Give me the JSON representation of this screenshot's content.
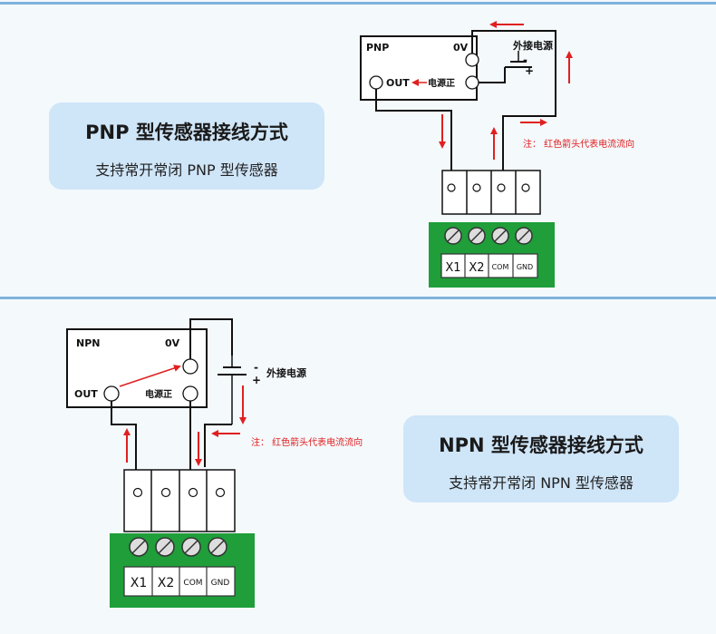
{
  "pnp": {
    "heading": "PNP 型传感器接线方式",
    "subheading": "支持常开常闭 PNP 型传感器",
    "sensor_label": "PNP",
    "zero_v": "0V",
    "out": "OUT",
    "power_pos": "电源正",
    "ext_power": "外接电源",
    "minus": "-",
    "plus": "+",
    "note": "注： 红色箭头代表电流流向"
  },
  "npn": {
    "heading": "NPN 型传感器接线方式",
    "subheading": "支持常开常闭 NPN 型传感器",
    "sensor_label": "NPN",
    "zero_v": "0V",
    "out": "OUT",
    "power_pos": "电源正",
    "ext_power": "外接电源",
    "minus": "-",
    "plus": "+",
    "note": "注： 红色箭头代表电流流向"
  },
  "terminal_labels": [
    "X1",
    "X2",
    "COM",
    "GND"
  ],
  "colors": {
    "accent_rule": "#7fb3dc",
    "card_bg": "#cfe5f8",
    "arrow": "#e02020",
    "board": "#1f9e3a"
  }
}
